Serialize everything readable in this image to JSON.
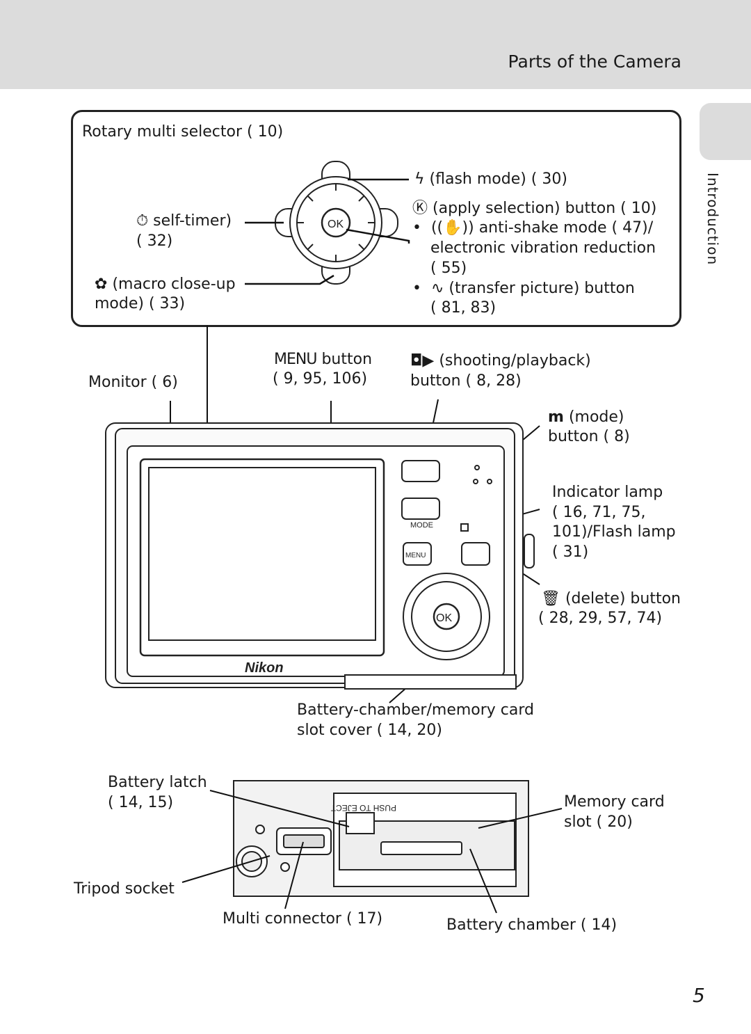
{
  "header": {
    "title": "Parts of the Camera"
  },
  "side_tab": {
    "label": "Introduction"
  },
  "page_number": "5",
  "logo": {
    "text": "Nikon"
  },
  "callouts": {
    "rotary_multi_selector": "Rotary multi selector ( 10)",
    "self_timer_1": "self-timer)",
    "self_timer_2": "( 32)",
    "macro_1": "(macro close-up",
    "macro_2": "mode) ( 33)",
    "flash_mode": "(flash mode) ( 30)",
    "apply_selection": "(apply selection) button ( 10)",
    "anti_shake_1": "anti-shake mode ( 47)/",
    "anti_shake_2": "electronic vibration reduction",
    "anti_shake_3": "( 55)",
    "transfer_1": "(transfer picture) button",
    "transfer_2": "( 81, 83)",
    "monitor": "Monitor ( 6)",
    "menu_button_1": "button",
    "menu_button_2": "( 9, 95, 106)",
    "shooting_playback_1": "(shooting/playback)",
    "shooting_playback_2": "button ( 8, 28)",
    "mode_button_1": "(mode)",
    "mode_button_2": "button ( 8)",
    "indicator_1": "Indicator lamp",
    "indicator_2": "( 16, 71, 75,",
    "indicator_3": "101)/Flash lamp",
    "indicator_4": "( 31)",
    "delete_1": "(delete) button",
    "delete_2": "( 28, 29, 57, 74)",
    "battery_cover_1": "Battery-chamber/memory card",
    "battery_cover_2": "slot cover ( 14, 20)",
    "battery_latch_1": "Battery latch",
    "battery_latch_2": "( 14, 15)",
    "memory_card_1": "Memory card",
    "memory_card_2": "slot ( 20)",
    "tripod": "Tripod socket",
    "multi_connector": "Multi connector ( 17)",
    "battery_chamber": "Battery chamber ( 14)"
  },
  "camera_labels": {
    "ok": "OK",
    "mode": "MODE",
    "menu": "MENU",
    "push_to_eject": "PUSH TO EJECT"
  },
  "icons": [
    "flash-icon",
    "ok-icon",
    "self-timer-icon",
    "macro-icon",
    "anti-shake-icon",
    "transfer-icon",
    "menu-icon",
    "shooting-playback-icon",
    "mode-icon",
    "delete-icon",
    "reference-icon"
  ]
}
